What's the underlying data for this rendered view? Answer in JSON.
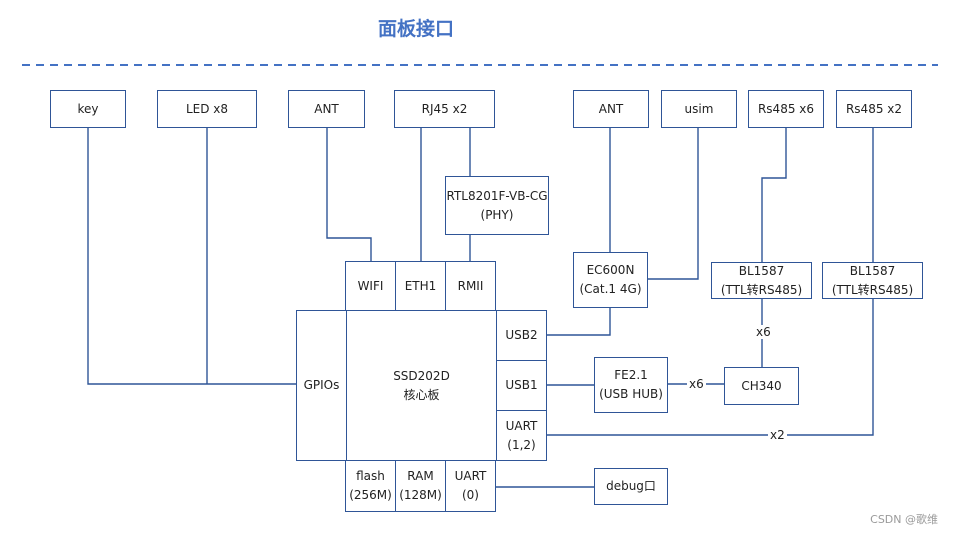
{
  "title": "面板接口",
  "colors": {
    "box_border": "#2f5597",
    "line": "#2f5597",
    "title": "#4472c4",
    "dash": "#4472c4"
  },
  "boxes": {
    "key": "key",
    "led": "LED x8",
    "ant_wifi": "ANT",
    "rj45": "RJ45 x2",
    "ant_4g": "ANT",
    "usim": "usim",
    "rs485_x6": "Rs485 x6",
    "rs485_x2": "Rs485 x2",
    "phy": "RTL8201F-VB-CG\n(PHY)",
    "ec600n": "EC600N\n(Cat.1 4G)",
    "bl1587_a": "BL1587\n(TTL转RS485)",
    "bl1587_b": "BL1587\n(TTL转RS485)",
    "wifi": "WIFI",
    "eth1": "ETH1",
    "rmii": "RMII",
    "gpios": "GPIOs",
    "core": "SSD202D\n核心板",
    "usb2": "USB2",
    "usb1": "USB1",
    "uart12": "UART\n(1,2)",
    "flash": "flash\n(256M)",
    "ram": "RAM\n(128M)",
    "uart0": "UART\n(0)",
    "fe21": "FE2.1\n(USB HUB)",
    "ch340": "CH340",
    "debug": "debug口"
  },
  "edge_labels": {
    "bl_to_ch340": "x6",
    "fe21_to_ch340": "x6",
    "uart12_to_rs485": "x2"
  },
  "watermark": "CSDN @歌维"
}
